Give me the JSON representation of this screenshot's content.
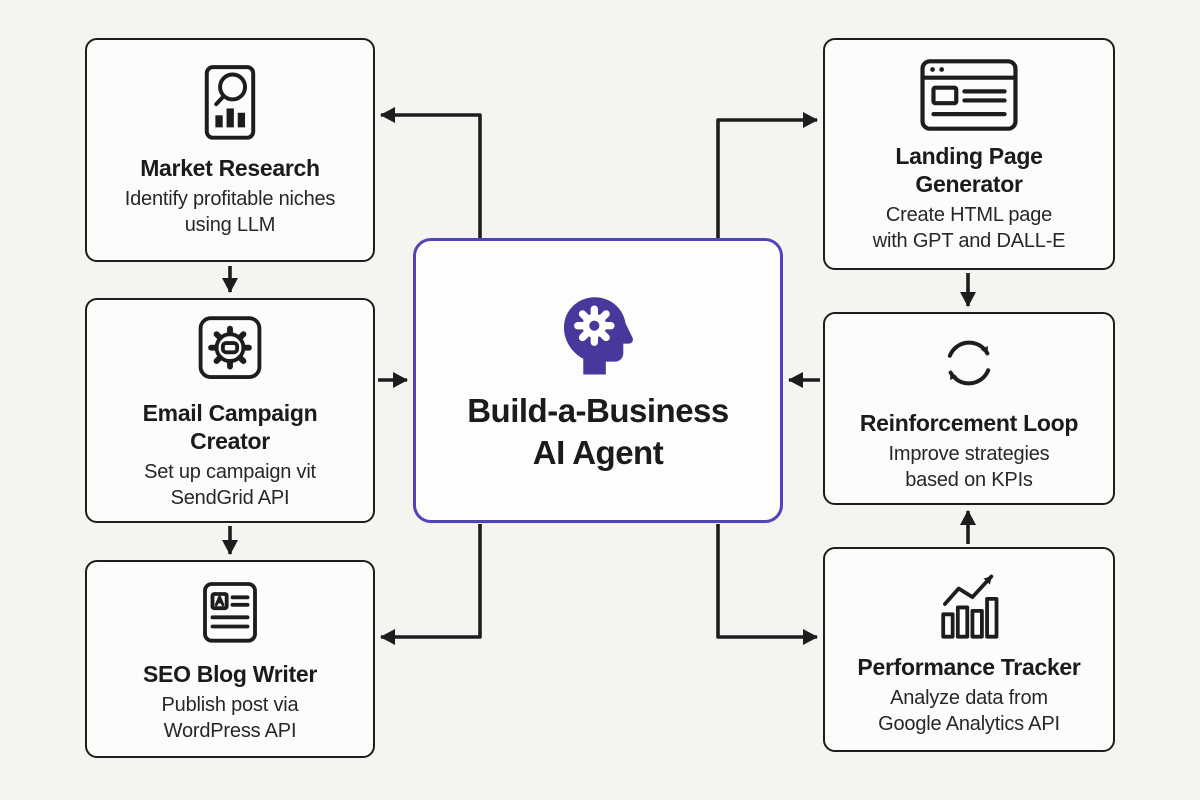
{
  "colors": {
    "background": "#f6f4f1",
    "box_fill": "#fdfcfa",
    "line": "#1d1d1d",
    "accent_border": "#5143b8",
    "accent_icon": "#46399b"
  },
  "center_node": {
    "id": "build-a-business-ai-agent",
    "title": "Build-a-Business\nAI Agent",
    "icon": "ai-head-gear-icon"
  },
  "nodes": [
    {
      "id": "market-research",
      "title": "Market Research",
      "description": "Identify profitable niches\nusing LLM",
      "icon": "market-research-magnifier-chart-icon"
    },
    {
      "id": "email-campaign-creator",
      "title": "Email Campaign\nCreator",
      "description": "Set up campaign vit\nSendGrid API",
      "icon": "email-campaign-gear-icon"
    },
    {
      "id": "seo-blog-writer",
      "title": "SEO Blog Writer",
      "description": "Publish post via\nWordPress API",
      "icon": "seo-blog-document-icon"
    },
    {
      "id": "landing-page-generator",
      "title": "Landing Page\nGenerator",
      "description": "Create HTML page\nwith GPT and DALL-E",
      "icon": "landing-page-browser-icon"
    },
    {
      "id": "reinforcement-loop",
      "title": "Reinforcement Loop",
      "description": "Improve strategies\nbased on KPIs",
      "icon": "reinforcement-loop-cycle-icon"
    },
    {
      "id": "performance-tracker",
      "title": "Performance Tracker",
      "description": "Analyze data from\nGoogle Analytics API",
      "icon": "performance-tracker-chart-icon"
    }
  ],
  "edges": [
    {
      "from": "build-a-business-ai-agent",
      "to": "market-research"
    },
    {
      "from": "market-research",
      "to": "email-campaign-creator"
    },
    {
      "from": "email-campaign-creator",
      "to": "build-a-business-ai-agent"
    },
    {
      "from": "email-campaign-creator",
      "to": "seo-blog-writer"
    },
    {
      "from": "build-a-business-ai-agent",
      "to": "seo-blog-writer"
    },
    {
      "from": "build-a-business-ai-agent",
      "to": "landing-page-generator"
    },
    {
      "from": "landing-page-generator",
      "to": "reinforcement-loop"
    },
    {
      "from": "reinforcement-loop",
      "to": "build-a-business-ai-agent"
    },
    {
      "from": "performance-tracker",
      "to": "reinforcement-loop"
    },
    {
      "from": "build-a-business-ai-agent",
      "to": "performance-tracker"
    }
  ]
}
